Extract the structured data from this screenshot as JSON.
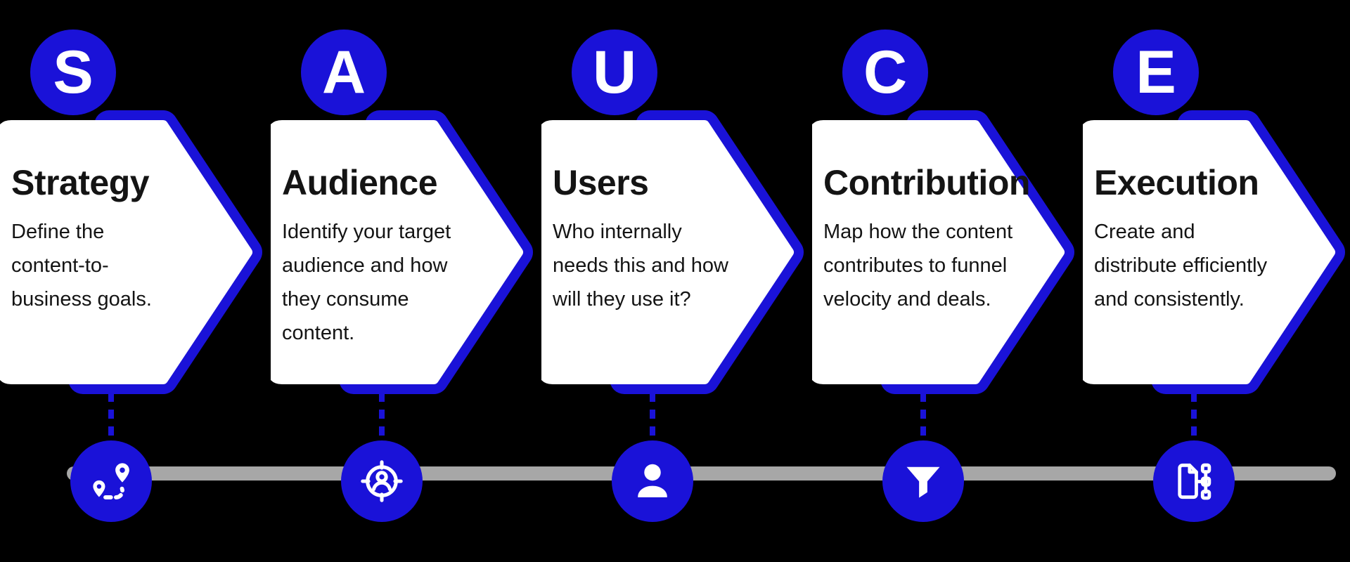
{
  "steps": [
    {
      "letter": "S",
      "title": "Strategy",
      "body": "Define the\ncontent-to-\nbusiness goals.",
      "icon": "route-icon"
    },
    {
      "letter": "A",
      "title": "Audience",
      "body": "Identify your target\naudience and how\nthey consume\ncontent.",
      "icon": "target-audience-icon"
    },
    {
      "letter": "U",
      "title": "Users",
      "body": "Who internally\nneeds this and how\nwill they use it?",
      "icon": "user-icon"
    },
    {
      "letter": "C",
      "title": "Contribution",
      "body": "Map how the content\ncontributes to funnel\nvelocity and deals.",
      "icon": "funnel-icon"
    },
    {
      "letter": "E",
      "title": "Execution",
      "body": "Create and\ndistribute efficiently\nand consistently.",
      "icon": "document-flow-icon"
    }
  ],
  "colors": {
    "accent": "#1a12d8",
    "timeline": "#a7a7a7",
    "card_bg": "#ffffff",
    "text": "#141414",
    "background": "#000000"
  }
}
